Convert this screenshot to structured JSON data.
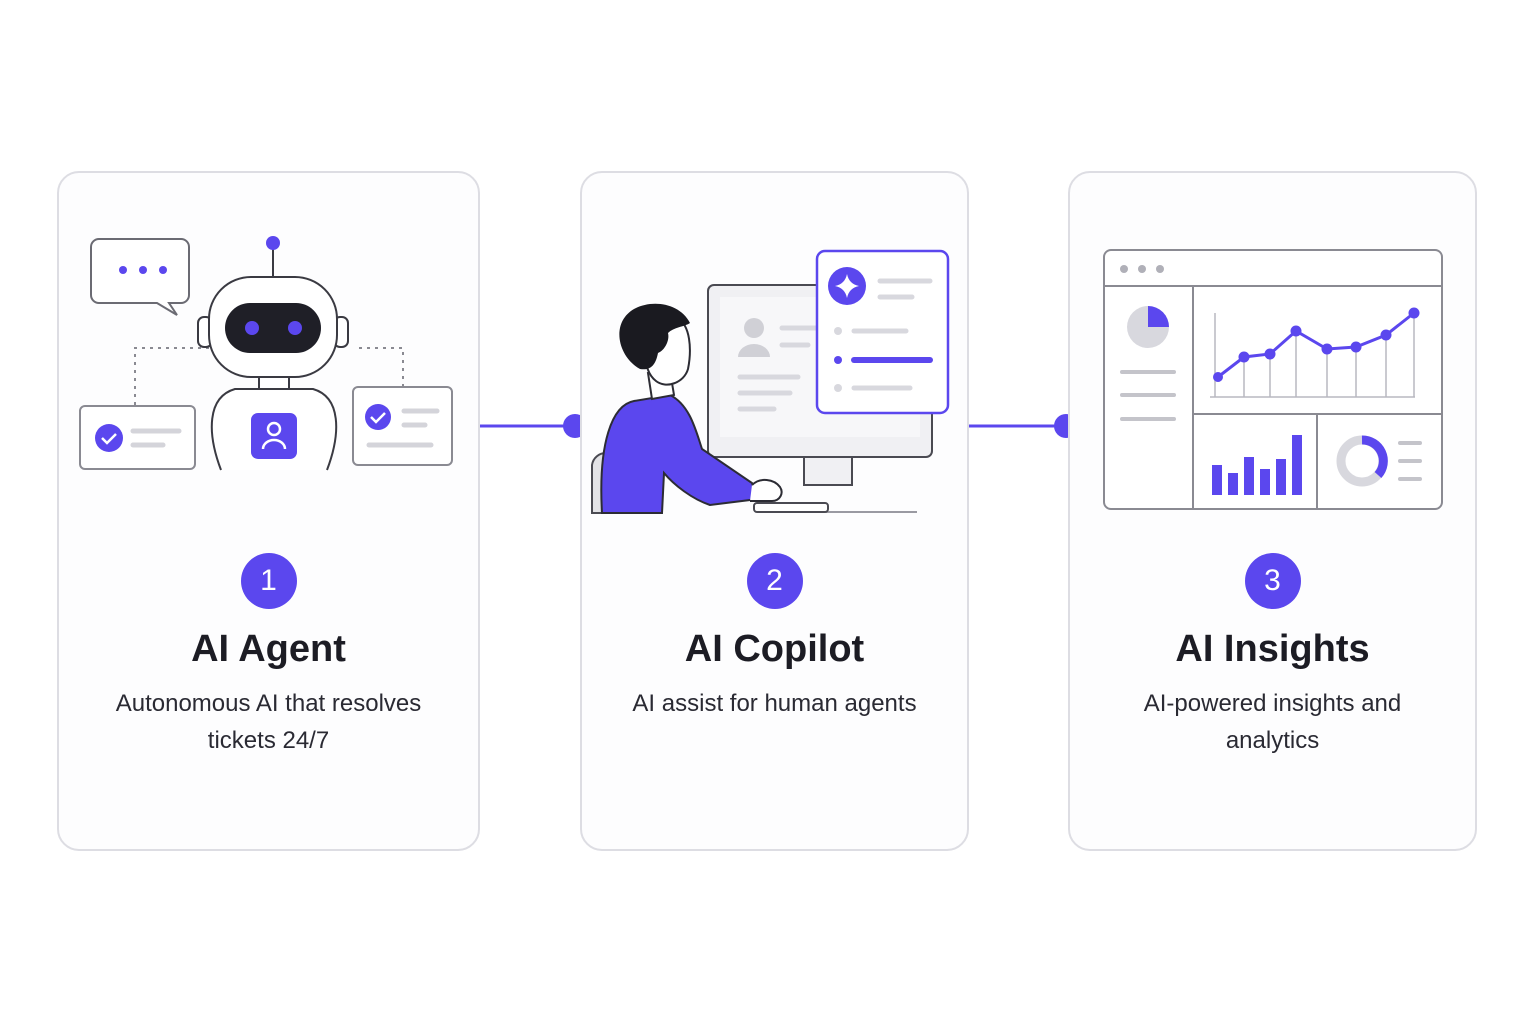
{
  "accent_color": "#5b47ee",
  "steps": [
    {
      "number": "1",
      "title": "AI Agent",
      "description": "Autonomous AI that resolves tickets 24/7",
      "illustration": "robot-agent-illustration"
    },
    {
      "number": "2",
      "title": "AI Copilot",
      "description": "AI assist for human agents",
      "illustration": "person-at-computer-illustration"
    },
    {
      "number": "3",
      "title": "AI Insights",
      "description": "AI-powered insights and analytics",
      "illustration": "analytics-dashboard-illustration"
    }
  ]
}
